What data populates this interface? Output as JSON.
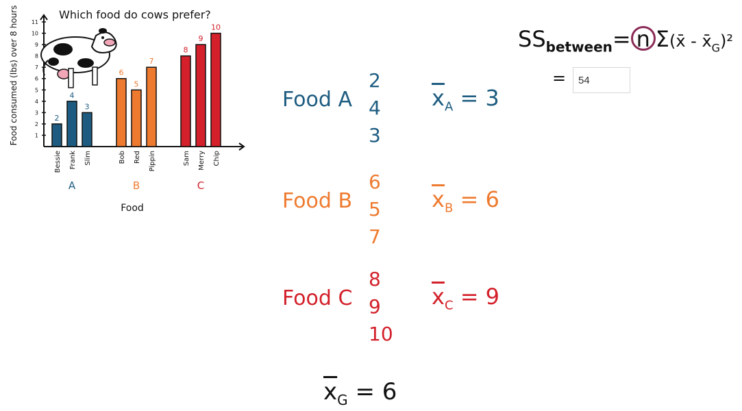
{
  "chart_data": {
    "type": "bar",
    "title": "Which food do cows prefer?",
    "ylabel": "Food consumed (lbs) over 8 hours",
    "xlabel": "Food",
    "ylim": [
      0,
      11
    ],
    "yticks": [
      "1",
      "2",
      "3",
      "4",
      "5",
      "6",
      "7",
      "8",
      "9",
      "10",
      "11"
    ],
    "groups": [
      {
        "name": "A",
        "color": "#1d5c80",
        "bars": [
          {
            "label": "Bessie",
            "value": 2
          },
          {
            "label": "Frank",
            "value": 4
          },
          {
            "label": "Slim",
            "value": 3
          }
        ]
      },
      {
        "name": "B",
        "color": "#ee7a2f",
        "bars": [
          {
            "label": "Bob",
            "value": 6
          },
          {
            "label": "Red",
            "value": 5
          },
          {
            "label": "Pippin",
            "value": 7
          }
        ]
      },
      {
        "name": "C",
        "color": "#d3202a",
        "bars": [
          {
            "label": "Sam",
            "value": 8
          },
          {
            "label": "Merry",
            "value": 9
          },
          {
            "label": "Chip",
            "value": 10
          }
        ]
      }
    ]
  },
  "foods": [
    {
      "label": "Food A",
      "values": [
        "2",
        "4",
        "3"
      ],
      "mean_sub": "A",
      "mean_value": "3",
      "color": "#1d5c80"
    },
    {
      "label": "Food B",
      "values": [
        "6",
        "5",
        "7"
      ],
      "mean_sub": "B",
      "mean_value": "6",
      "color": "#ee7a2f"
    },
    {
      "label": "Food C",
      "values": [
        "8",
        "9",
        "10"
      ],
      "mean_sub": "C",
      "mean_value": "9",
      "color": "#d3202a"
    }
  ],
  "grand_mean": {
    "sub": "G",
    "value": "6"
  },
  "formula": {
    "ss": "SS",
    "sub": "between",
    "n": "n",
    "sigma": "Σ",
    "rest": "(x̄ - x̄",
    "rest_sub": "G",
    "close": ")²",
    "equals": "="
  },
  "answer": {
    "value": "54"
  },
  "colors": {
    "blue": "#1d5c80",
    "orange": "#ee7a2f",
    "red": "#d3202a",
    "circle": "#8b2a55"
  }
}
